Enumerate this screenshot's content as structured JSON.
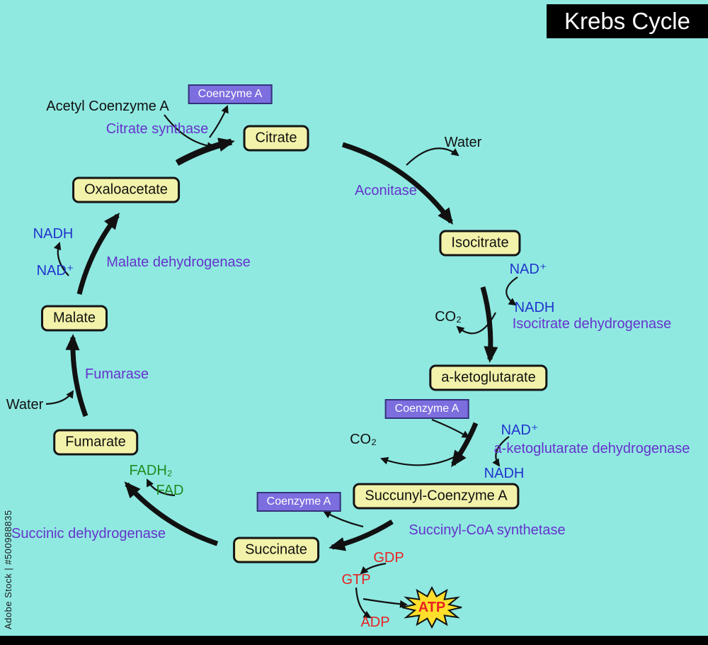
{
  "title": "Krebs Cycle",
  "watermark": "Adobe Stock | #500988835",
  "boxes": {
    "citrate": "Citrate",
    "oxaloacetate": "Oxaloacetate",
    "isocitrate": "Isocitrate",
    "malate": "Malate",
    "aketoglutarate": "a-ketoglutarate",
    "fumarate": "Fumarate",
    "succinylcoa": "Succunyl-Coenzyme A",
    "succinate": "Succinate"
  },
  "coenzyme_a": "Coenzyme A",
  "enzymes": {
    "citrate_synthase": "Citrate synthase",
    "aconitase": "Aconitase",
    "isocitrate_dh": "Isocitrate dehydrogenase",
    "aketoglutarate_dh": "a-ketoglutarate dehydrogenase",
    "succinylcoa_synthetase": "Succinyl-CoA synthetase",
    "succinic_dh": "Succinic dehydrogenase",
    "fumarase": "Fumarase",
    "malate_dh": "Malate dehydrogenase"
  },
  "molecules": {
    "acetyl_coa": "Acetyl Coenzyme A",
    "water": "Water",
    "co2": "CO₂",
    "nadh": "NADH",
    "nad": "NAD⁺",
    "fad": "FAD",
    "fadh2": "FADH₂",
    "gdp": "GDP",
    "gtp": "GTP",
    "adp": "ADP",
    "atp": "ATP"
  },
  "colors": {
    "background": "#8FE9E1",
    "metabolite_box_fill": "#F2F2AA",
    "coenzyme_box_fill": "#7C6EDF",
    "enzyme_text": "#6633CC",
    "cofactor_blue": "#2233CC",
    "fad_green": "#1F8B1F",
    "energy_red": "#E82222",
    "atp_star_yellow": "#FFDF2B",
    "title_bg": "#000000"
  }
}
